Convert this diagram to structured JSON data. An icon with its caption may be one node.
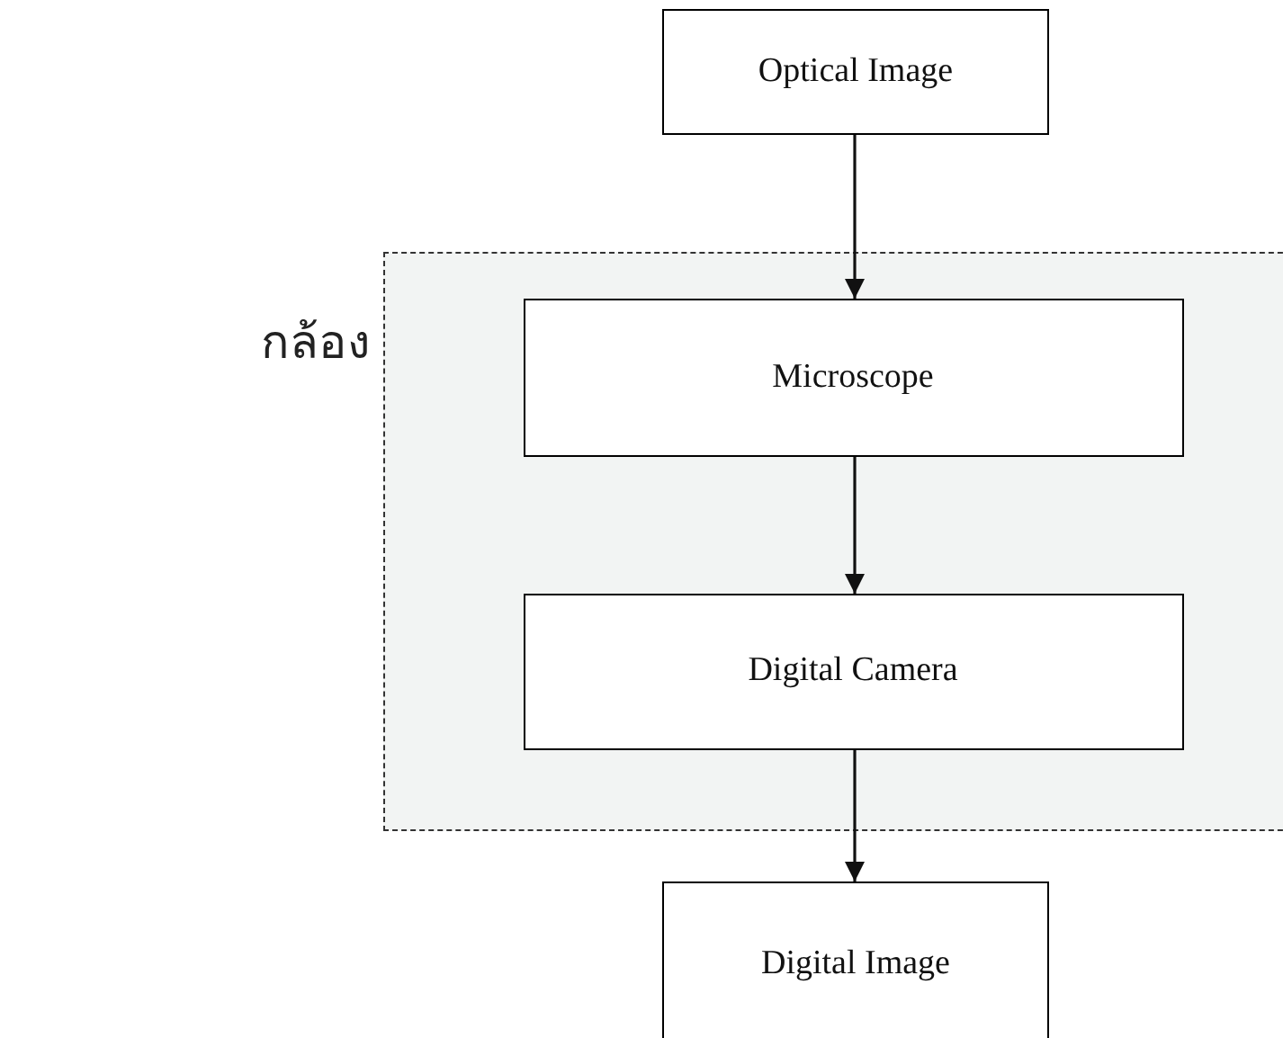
{
  "diagram": {
    "nodes": [
      {
        "text": [
          "Optical Image"
        ]
      },
      {
        "text": [
          "กล้อง"
        ]
      },
      {
        "text": [
          "Microscope"
        ],
        "in": 1
      },
      {
        "text": [
          "Digital Camera"
        ],
        "in": 1
      },
      {
        "text": [
          "Digital Image"
        ]
      }
    ],
    "edges": [
      {
        "from": 0,
        "to": 2,
        "arrow": "to"
      },
      {
        "from": 2,
        "to": 3,
        "arrow": "to"
      },
      {
        "from": 3,
        "to": 4,
        "arrow": "to"
      }
    ]
  }
}
